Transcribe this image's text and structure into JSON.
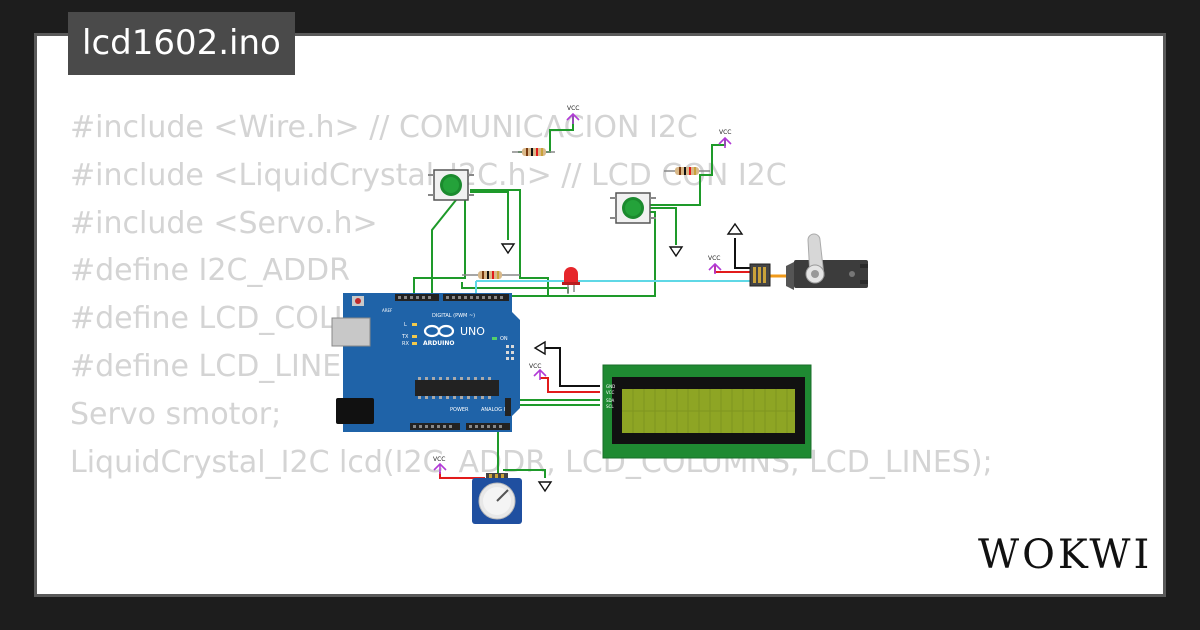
{
  "editor": {
    "filename": "lcd1602.ino",
    "code_lines": [
      "#include <Wire.h> // COMUNICACION I2C",
      "#include <LiquidCrystal_I2C.h> // LCD CON I2C",
      "#include <Servo.h>",
      "",
      "#define I2C_ADDR",
      "#define LCD_COLU",
      "#define LCD_LINE",
      "",
      "Servo smotor;",
      "",
      "LiquidCrystal_I2C lcd(I2C_ADDR, LCD_COLUMNS, LCD_LINES);"
    ]
  },
  "circuit": {
    "vcc_label": "VCC",
    "arduino": {
      "model": "UNO",
      "brand": "ARDUINO",
      "digital_header": "DIGITAL (PWM ~)",
      "power_label": "POWER",
      "analog_label": "ANALOG IN",
      "on_label": "ON",
      "tx_label": "TX",
      "rx_label": "RX",
      "l_label": "L",
      "gnd_label": "GND",
      "aref_label": "AREF"
    },
    "lcd_pins": [
      "GND",
      "VCC",
      "SDA",
      "SCL"
    ]
  },
  "brand": {
    "logo_text": "WOKWI"
  },
  "colors": {
    "board": "#1f63a8",
    "wire_green": "#1e9a2a",
    "wire_red": "#e21b1b",
    "wire_cyan": "#5fd8e6",
    "vcc_purple": "#b13ad6",
    "lcd_screen": "#8ea524",
    "lcd_pcb": "#1f8a32"
  }
}
